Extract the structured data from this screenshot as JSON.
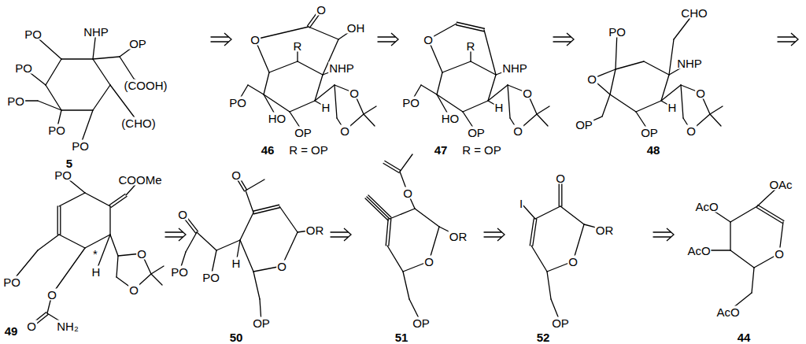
{
  "diagram": {
    "labels": [
      "PO",
      "NHP",
      "OP",
      "(COOH)",
      "PO",
      "PO",
      "PO",
      "PO",
      "(CHO)",
      "5",
      "O",
      "OH",
      "O",
      "R",
      "NHP",
      "PO",
      "HO",
      "OP",
      "H",
      "O",
      "O",
      "46",
      "R = OP",
      "O",
      "R",
      "NHP",
      "PO",
      "HO",
      "OP",
      "H",
      "O",
      "O",
      "47",
      "R = OP",
      "PO",
      "CHO",
      "O",
      "NHP",
      "OP",
      "OP",
      "H",
      "O",
      "O",
      "48",
      "PO",
      "COOMe",
      "PO",
      "*",
      "H",
      "O",
      "O",
      "O",
      "O",
      "NH₂",
      "49",
      "O",
      "O",
      "PO",
      "PO",
      "H",
      "OR",
      "O",
      "OP",
      "50",
      "O",
      "OR",
      "O",
      "OP",
      "51",
      "O",
      "I",
      "OR",
      "O",
      "OP",
      "52",
      "OAc",
      "AcO",
      "O",
      "AcO",
      "AcO",
      "44"
    ]
  }
}
